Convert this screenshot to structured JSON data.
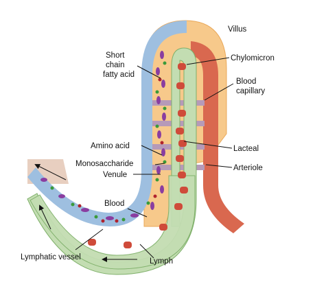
{
  "labels": {
    "villus": "Villus",
    "chylomicron": "Chylomicron",
    "short_chain_fatty_acid": [
      "Short",
      "chain",
      "fatty acid"
    ],
    "blood_capillary": [
      "Blood",
      "capillary"
    ],
    "amino_acid": "Amino acid",
    "monosaccharide": "Monosaccharide",
    "venule": "Venule",
    "lacteal": "Lacteal",
    "arteriole": "Arteriole",
    "blood": "Blood",
    "lymphatic_vessel": "Lymphatic vessel",
    "lymph": "Lymph"
  },
  "colors": {
    "villus_tissue": "#f7c98b",
    "villus_tissue_edge": "#e9a85a",
    "vein_blue": "#9ebfe0",
    "artery_red": "#d9684f",
    "lacteal_green": "#c3ddb2",
    "lacteal_edge": "#7fb06a",
    "chylomicron": "#cf4b3a",
    "fatty_acid_dot": "#b0232e",
    "monosaccharide_dot": "#3a9a3a",
    "amino_acid_oval": "#8a3da0",
    "gut_wall": "#e8cfc0"
  }
}
